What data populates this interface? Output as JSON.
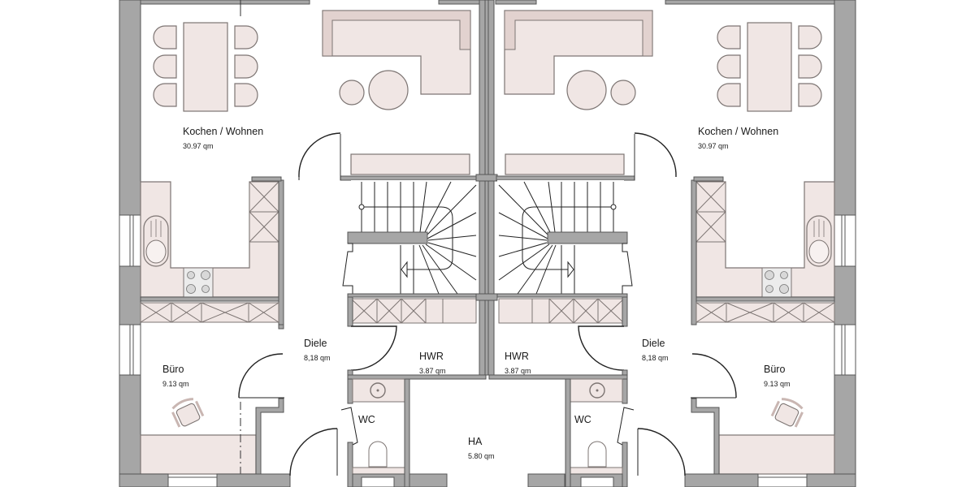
{
  "plan": {
    "colors": {
      "wall": "#a6a6a6",
      "wall_stroke": "#555555",
      "furniture_fill": "#f0e6e4",
      "furniture_dark": "#e2d2cf",
      "furniture_stroke": "#7d7573",
      "line": "#2a2a2a",
      "background": "#ffffff"
    },
    "rooms": [
      {
        "name": "Kochen / Wohnen",
        "area": "30.97 qm",
        "unit": "left"
      },
      {
        "name": "Diele",
        "area": "8,18 qm",
        "unit": "left"
      },
      {
        "name": "HWR",
        "area": "3.87 qm",
        "unit": "left"
      },
      {
        "name": "Büro",
        "area": "9.13 qm",
        "unit": "left"
      },
      {
        "name": "WC",
        "area": "",
        "unit": "left"
      },
      {
        "name": "HA",
        "area": "5.80 qm",
        "unit": "shared"
      },
      {
        "name": "WC",
        "area": "",
        "unit": "right"
      },
      {
        "name": "HWR",
        "area": "3.87 qm",
        "unit": "right"
      },
      {
        "name": "Diele",
        "area": "8,18 qm",
        "unit": "right"
      },
      {
        "name": "Kochen / Wohnen",
        "area": "30.97 qm",
        "unit": "right"
      },
      {
        "name": "Büro",
        "area": "9.13 qm",
        "unit": "right"
      }
    ]
  }
}
